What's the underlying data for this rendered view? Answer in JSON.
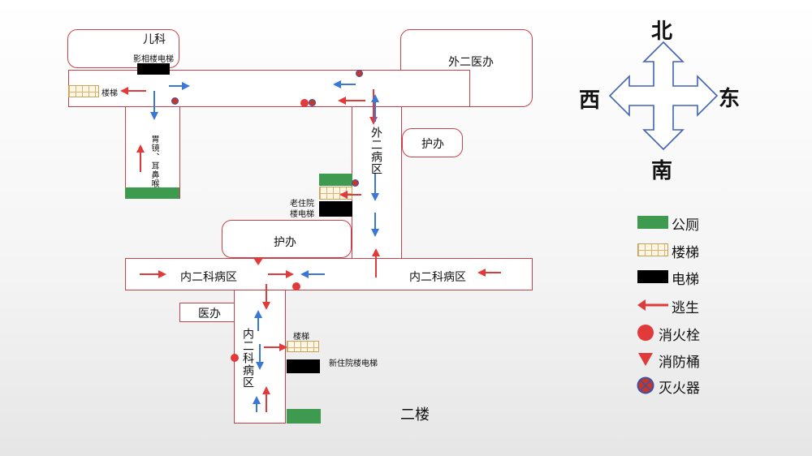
{
  "colors": {
    "wall": "#c8404a",
    "escape": "#e03a3a",
    "flow": "#3a78d6",
    "toilet": "#3d9a4e",
    "elevator": "#000000"
  },
  "map": {
    "pediatrics": "儿科",
    "imaging_elevator": "影相楼电梯",
    "stairs_nw": "楼梯",
    "gastro_ent": "胃镜、耳鼻喉",
    "surgery2_office": "外二医办",
    "nurse_office_east": "护办",
    "surgery2_ward": "外二病区",
    "old_inpatient_elevator": "老住院楼电梯",
    "nurse_office_center": "护办",
    "internal2_ward_west": "内二科病区",
    "internal2_ward_east": "内二科病区",
    "doctor_office": "医办",
    "internal2_ward_south": "内二科病区",
    "stairs_south": "楼梯",
    "new_inpatient_elevator": "新住院楼电梯",
    "floor": "二楼"
  },
  "compass": {
    "north": "北",
    "south": "南",
    "west": "西",
    "east": "东"
  },
  "legend": {
    "toilet": "公厕",
    "stairs": "楼梯",
    "elevator": "电梯",
    "escape": "逃生",
    "hydrant": "消火栓",
    "bucket": "消防桶",
    "extinguisher": "灭火器"
  }
}
